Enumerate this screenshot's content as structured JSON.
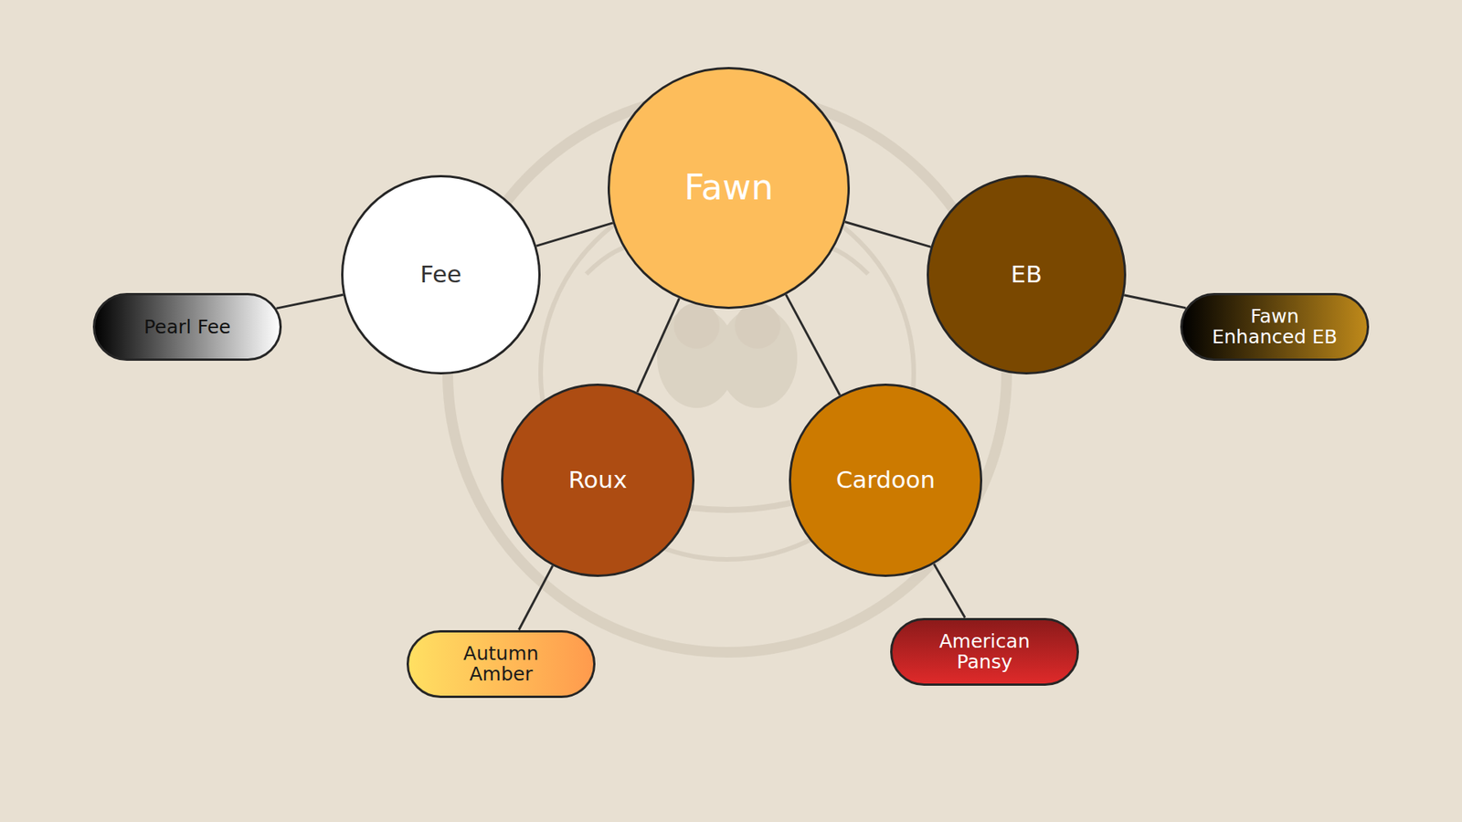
{
  "diagram": {
    "nodes": [
      {
        "text": [
          "Fawn"
        ]
      },
      {
        "text": [
          "Fee"
        ]
      },
      {
        "text": [
          "EB"
        ]
      },
      {
        "text": [
          "Pearl Fee"
        ]
      },
      {
        "text": [
          "Fawn Enhanced EB"
        ]
      },
      {
        "text": [
          "Roux"
        ]
      },
      {
        "text": [
          "Cardoon"
        ]
      },
      {
        "text": [
          "Autumn Amber"
        ]
      },
      {
        "text": [
          "American Pansy"
        ]
      }
    ],
    "edges": [
      {
        "from": 0,
        "to": 1,
        "arrow": "none"
      },
      {
        "from": 0,
        "to": 2,
        "arrow": "none"
      },
      {
        "from": 0,
        "to": 5,
        "arrow": "none"
      },
      {
        "from": 0,
        "to": 6,
        "arrow": "none"
      },
      {
        "from": 1,
        "to": 3,
        "arrow": "none"
      },
      {
        "from": 2,
        "to": 4,
        "arrow": "none"
      },
      {
        "from": 5,
        "to": 7,
        "arrow": "none"
      },
      {
        "from": 6,
        "to": 8,
        "arrow": "none"
      }
    ]
  }
}
